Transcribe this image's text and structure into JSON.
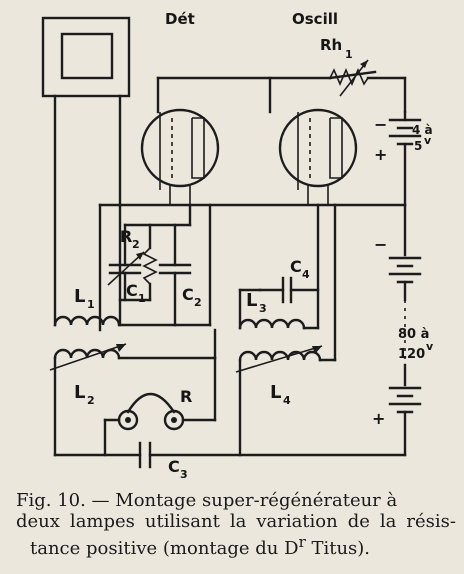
{
  "labels": {
    "det": "Dét",
    "oscill": "Oscill",
    "rh": "Rh",
    "rh_sub": "1",
    "r": "R",
    "r_sub": "2",
    "c1": "C",
    "c1_sub": "1",
    "c2": "C",
    "c2_sub": "2",
    "c3": "C",
    "c3_sub": "3",
    "c4": "C",
    "c4_sub": "4",
    "l1": "L",
    "l1_sub": "1",
    "l2": "L",
    "l2_sub": "2",
    "l3": "L",
    "l3_sub": "3",
    "l4": "L",
    "l4_sub": "4",
    "headphones": "R",
    "bat1_a": "4 à",
    "bat1_b": "5",
    "bat1_unit": "v",
    "bat2_a": "80 à",
    "bat2_b": "120",
    "bat2_unit": "v",
    "minus": "−",
    "plus": "+"
  },
  "caption": {
    "line1": "Fig. 10. — Montage super-régénérateur à",
    "line2": "deux lampes utilisant la variation de la résis-",
    "line3_a": "tance positive (montage du D",
    "line3_sup": "r",
    "line3_b": " Titus)."
  }
}
